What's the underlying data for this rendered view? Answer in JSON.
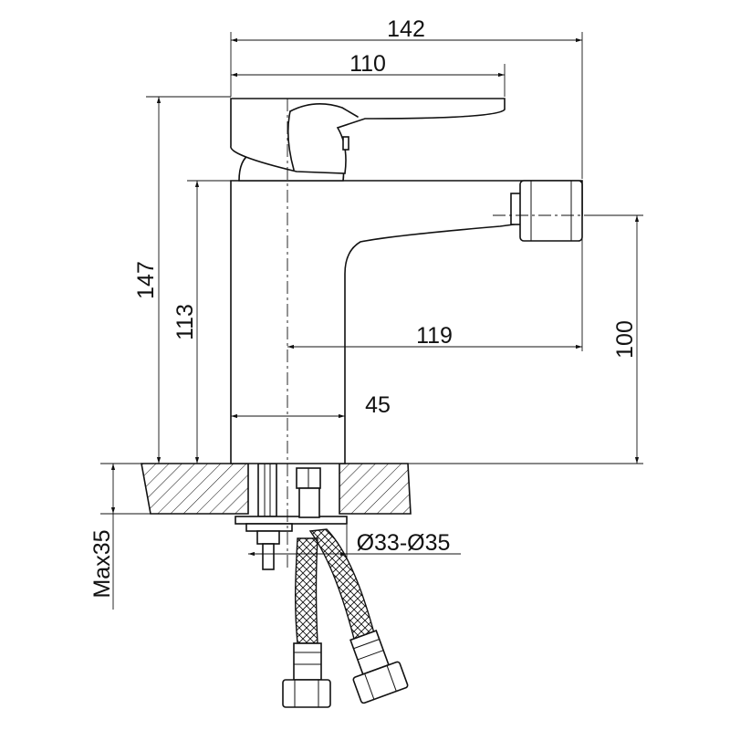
{
  "dimensions": {
    "overall_depth": "142",
    "lever_length": "110",
    "total_height": "147",
    "body_height": "113",
    "spout_reach": "119",
    "spout_height": "100",
    "base_diameter": "45",
    "hole_diameter": "Ø33-Ø35",
    "max_thickness": "Max35"
  }
}
